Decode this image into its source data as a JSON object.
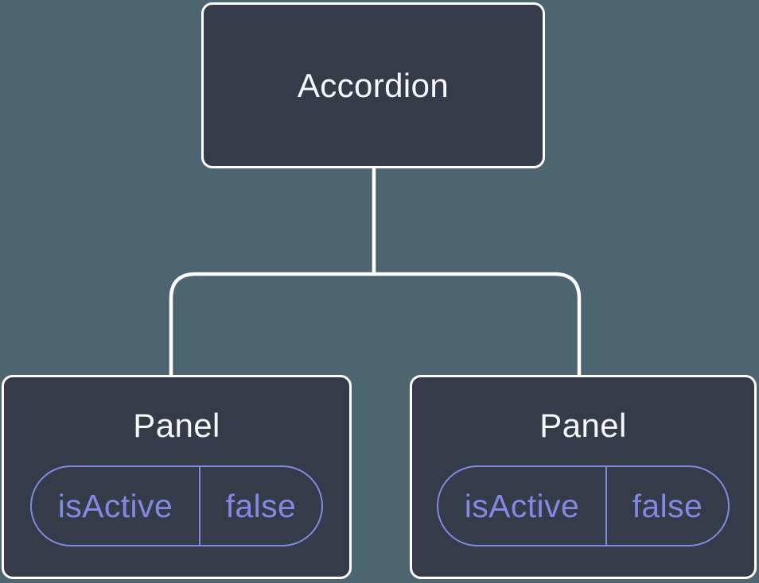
{
  "diagram": {
    "description": "Component tree diagram: an Accordion parent node connected to two Panel child nodes, each holding a state pill",
    "root": {
      "label": "Accordion"
    },
    "children": [
      {
        "label": "Panel",
        "state": {
          "key": "isActive",
          "value": "false"
        }
      },
      {
        "label": "Panel",
        "state": {
          "key": "isActive",
          "value": "false"
        }
      }
    ]
  },
  "colors": {
    "background": "#4d6570",
    "node_fill": "#353b48",
    "node_border": "#ffffff",
    "connector": "#ffffff",
    "label_text": "#f7f8fa",
    "state_accent": "#8289e2"
  }
}
